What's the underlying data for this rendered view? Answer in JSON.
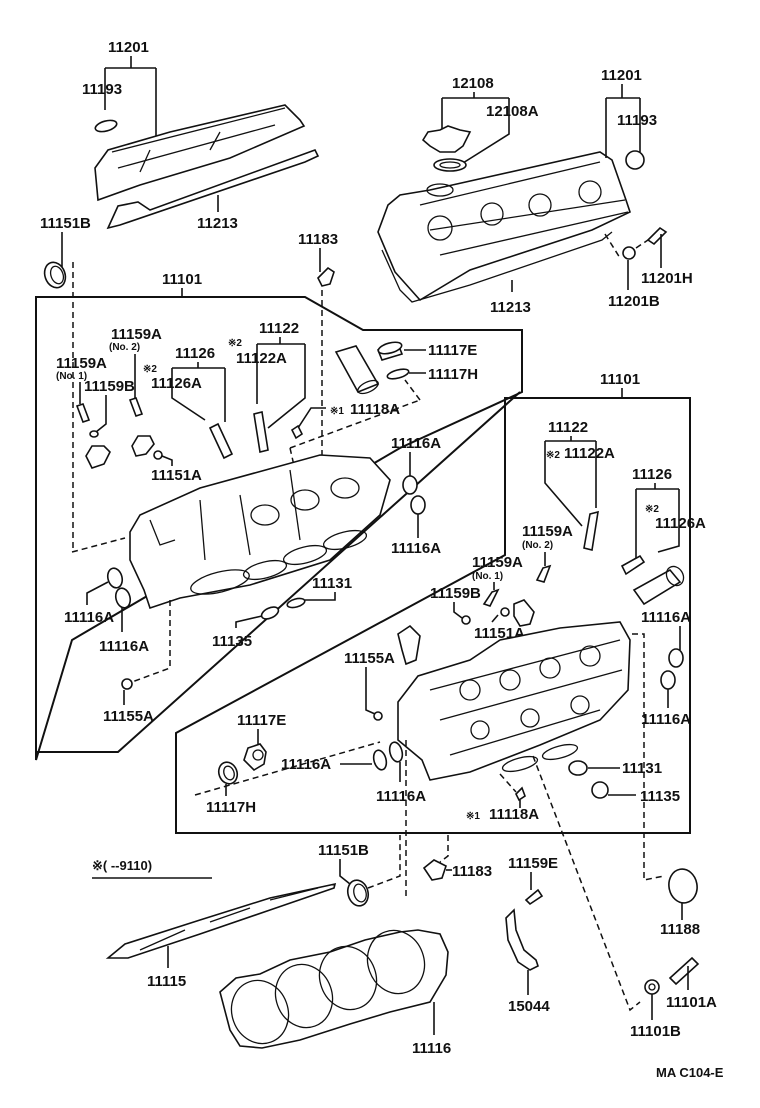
{
  "diagram": {
    "title_code": "MA  C104-E",
    "footnote": "※(        --9110)",
    "note_mark": "※2",
    "note_mark_1": "※1",
    "labels": {
      "top_left_11201": "11201",
      "top_left_11193": "11193",
      "top_left_11213": "11213",
      "top_left_11151B": "11151B",
      "top_11183": "11183",
      "top_right_12108": "12108",
      "top_right_12108A": "12108A",
      "top_right_11201": "11201",
      "top_right_11193": "11193",
      "top_right_11213": "11213",
      "top_right_11201H": "11201H",
      "top_right_11201B": "11201B",
      "left_11101": "11101",
      "left_11159A_no2": "11159A",
      "left_no2": "(No. 2)",
      "left_11159A_no1": "11159A",
      "left_no1": "(No. 1)",
      "left_11159B": "11159B",
      "left_11126": "11126",
      "left_11126A": "11126A",
      "left_11122": "11122",
      "left_11122A": "11122A",
      "left_11117E": "11117E",
      "left_11117H": "11117H",
      "left_11118A": "11118A",
      "left_11151A": "11151A",
      "left_11116A_a": "11116A",
      "left_11116A_b": "11116A",
      "left_11116A_c": "11116A",
      "left_11116A_d": "11116A",
      "left_11131": "11131",
      "left_11135": "11135",
      "left_11155A": "11155A",
      "right_11101": "11101",
      "right_11122": "11122",
      "right_11122A": "11122A",
      "right_11126": "11126",
      "right_11126A": "11126A",
      "right_11159A_no2": "11159A",
      "right_no2": "(No. 2)",
      "right_11159A_no1": "11159A",
      "right_no1": "(No. 1)",
      "right_11159B": "11159B",
      "right_11151A": "11151A",
      "right_11116A_a": "11116A",
      "right_11116A_b": "11116A",
      "right_11155A": "11155A",
      "right_11117E": "11117E",
      "right_11117H": "11117H",
      "right_11116A_c": "11116A",
      "right_11116A_d": "11116A",
      "right_11131": "11131",
      "right_11135": "11135",
      "right_11118A": "11118A",
      "bottom_11151B": "11151B",
      "bottom_11183": "11183",
      "bottom_11159E": "11159E",
      "bottom_11188": "11188",
      "bottom_11115": "11115",
      "bottom_11116": "11116",
      "bottom_15044": "15044",
      "bottom_11101A": "11101A",
      "bottom_11101B": "11101B"
    }
  }
}
